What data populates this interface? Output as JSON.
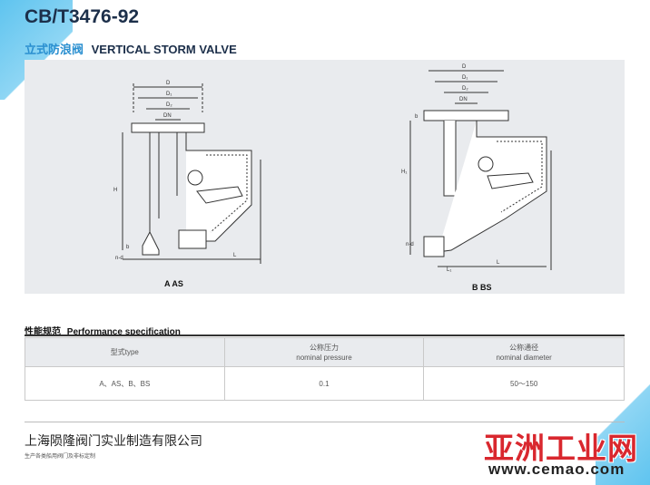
{
  "header": {
    "title": "CB/T3476-92",
    "subtitle_cn": "立式防浪阀",
    "subtitle_en": "VERTICAL STORM VALVE"
  },
  "drawings": {
    "fig_a": {
      "label": "A AS",
      "dims": {
        "d": "D",
        "d1": "D₁",
        "d2": "D₂",
        "dn": "DN",
        "h": "H",
        "l": "L",
        "b": "b",
        "n": "n-d"
      }
    },
    "fig_b": {
      "label": "B BS",
      "dims": {
        "d": "D",
        "d1": "D₁",
        "d2": "D₂",
        "dn": "DN",
        "h": "H₁",
        "l": "L",
        "l1": "L₁",
        "b": "b",
        "n": "n-d"
      }
    }
  },
  "spec": {
    "title_cn": "性能规范",
    "title_en": "Performance specification",
    "columns": [
      {
        "cn": "型式type",
        "en": ""
      },
      {
        "cn": "公称压力",
        "en": "nominal pressure"
      },
      {
        "cn": "公称通径",
        "en": "nominal diameter"
      }
    ],
    "rows": [
      {
        "type": "A、AS、B、BS",
        "pressure": "0.1",
        "diameter": "50～150"
      }
    ]
  },
  "footer": {
    "company": "上海陨隆阀门实业制造有限公司",
    "tagline": "生产各类船用阀门及非标定制"
  },
  "watermark": {
    "name_cn": "亚洲工业网",
    "url": "www.cemao.com"
  },
  "colors": {
    "accent": "#5fc4ef",
    "panel": "#e9ebee",
    "title": "#1c2f4a",
    "watermark": "#d9272e"
  }
}
